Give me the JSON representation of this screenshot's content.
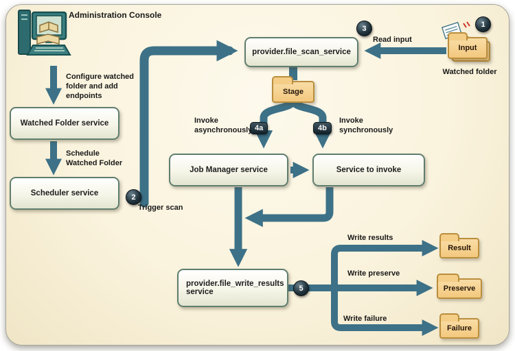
{
  "title": "Administration Console",
  "colors": {
    "arrow": "#3d7187",
    "canvas_bg": "#faf3dd",
    "box_border": "#5f7d6e",
    "folder_fill": "#f3c87e",
    "folder_border": "#ba8e3d"
  },
  "nodes": {
    "watched_folder_service": {
      "label": "Watched Folder service"
    },
    "scheduler_service": {
      "label": "Scheduler service"
    },
    "file_scan_service": {
      "label": "provider.file_scan_service"
    },
    "job_manager_service": {
      "label": "Job Manager service"
    },
    "service_to_invoke": {
      "label": "Service to invoke"
    },
    "file_write_results_service": {
      "label": "provider.file_write_results service"
    }
  },
  "folders": {
    "input": {
      "label": "Input",
      "caption": "Watched folder"
    },
    "stage": {
      "label": "Stage"
    },
    "result": {
      "label": "Result"
    },
    "preserve": {
      "label": "Preserve"
    },
    "failure": {
      "label": "Failure"
    }
  },
  "annotations": {
    "configure": "Configure watched folder and add endpoints",
    "schedule": "Schedule Watched Folder",
    "trigger_scan": "Trigger scan",
    "read_input": "Read input",
    "invoke_async": "Invoke asynchronously",
    "invoke_sync": "Invoke synchronously",
    "write_results": "Write results",
    "write_preserve": "Write preserve",
    "write_failure": "Write failure"
  },
  "steps": {
    "s1": "1",
    "s2": "2",
    "s3": "3",
    "s4a": "4a",
    "s4b": "4b",
    "s5": "5"
  }
}
